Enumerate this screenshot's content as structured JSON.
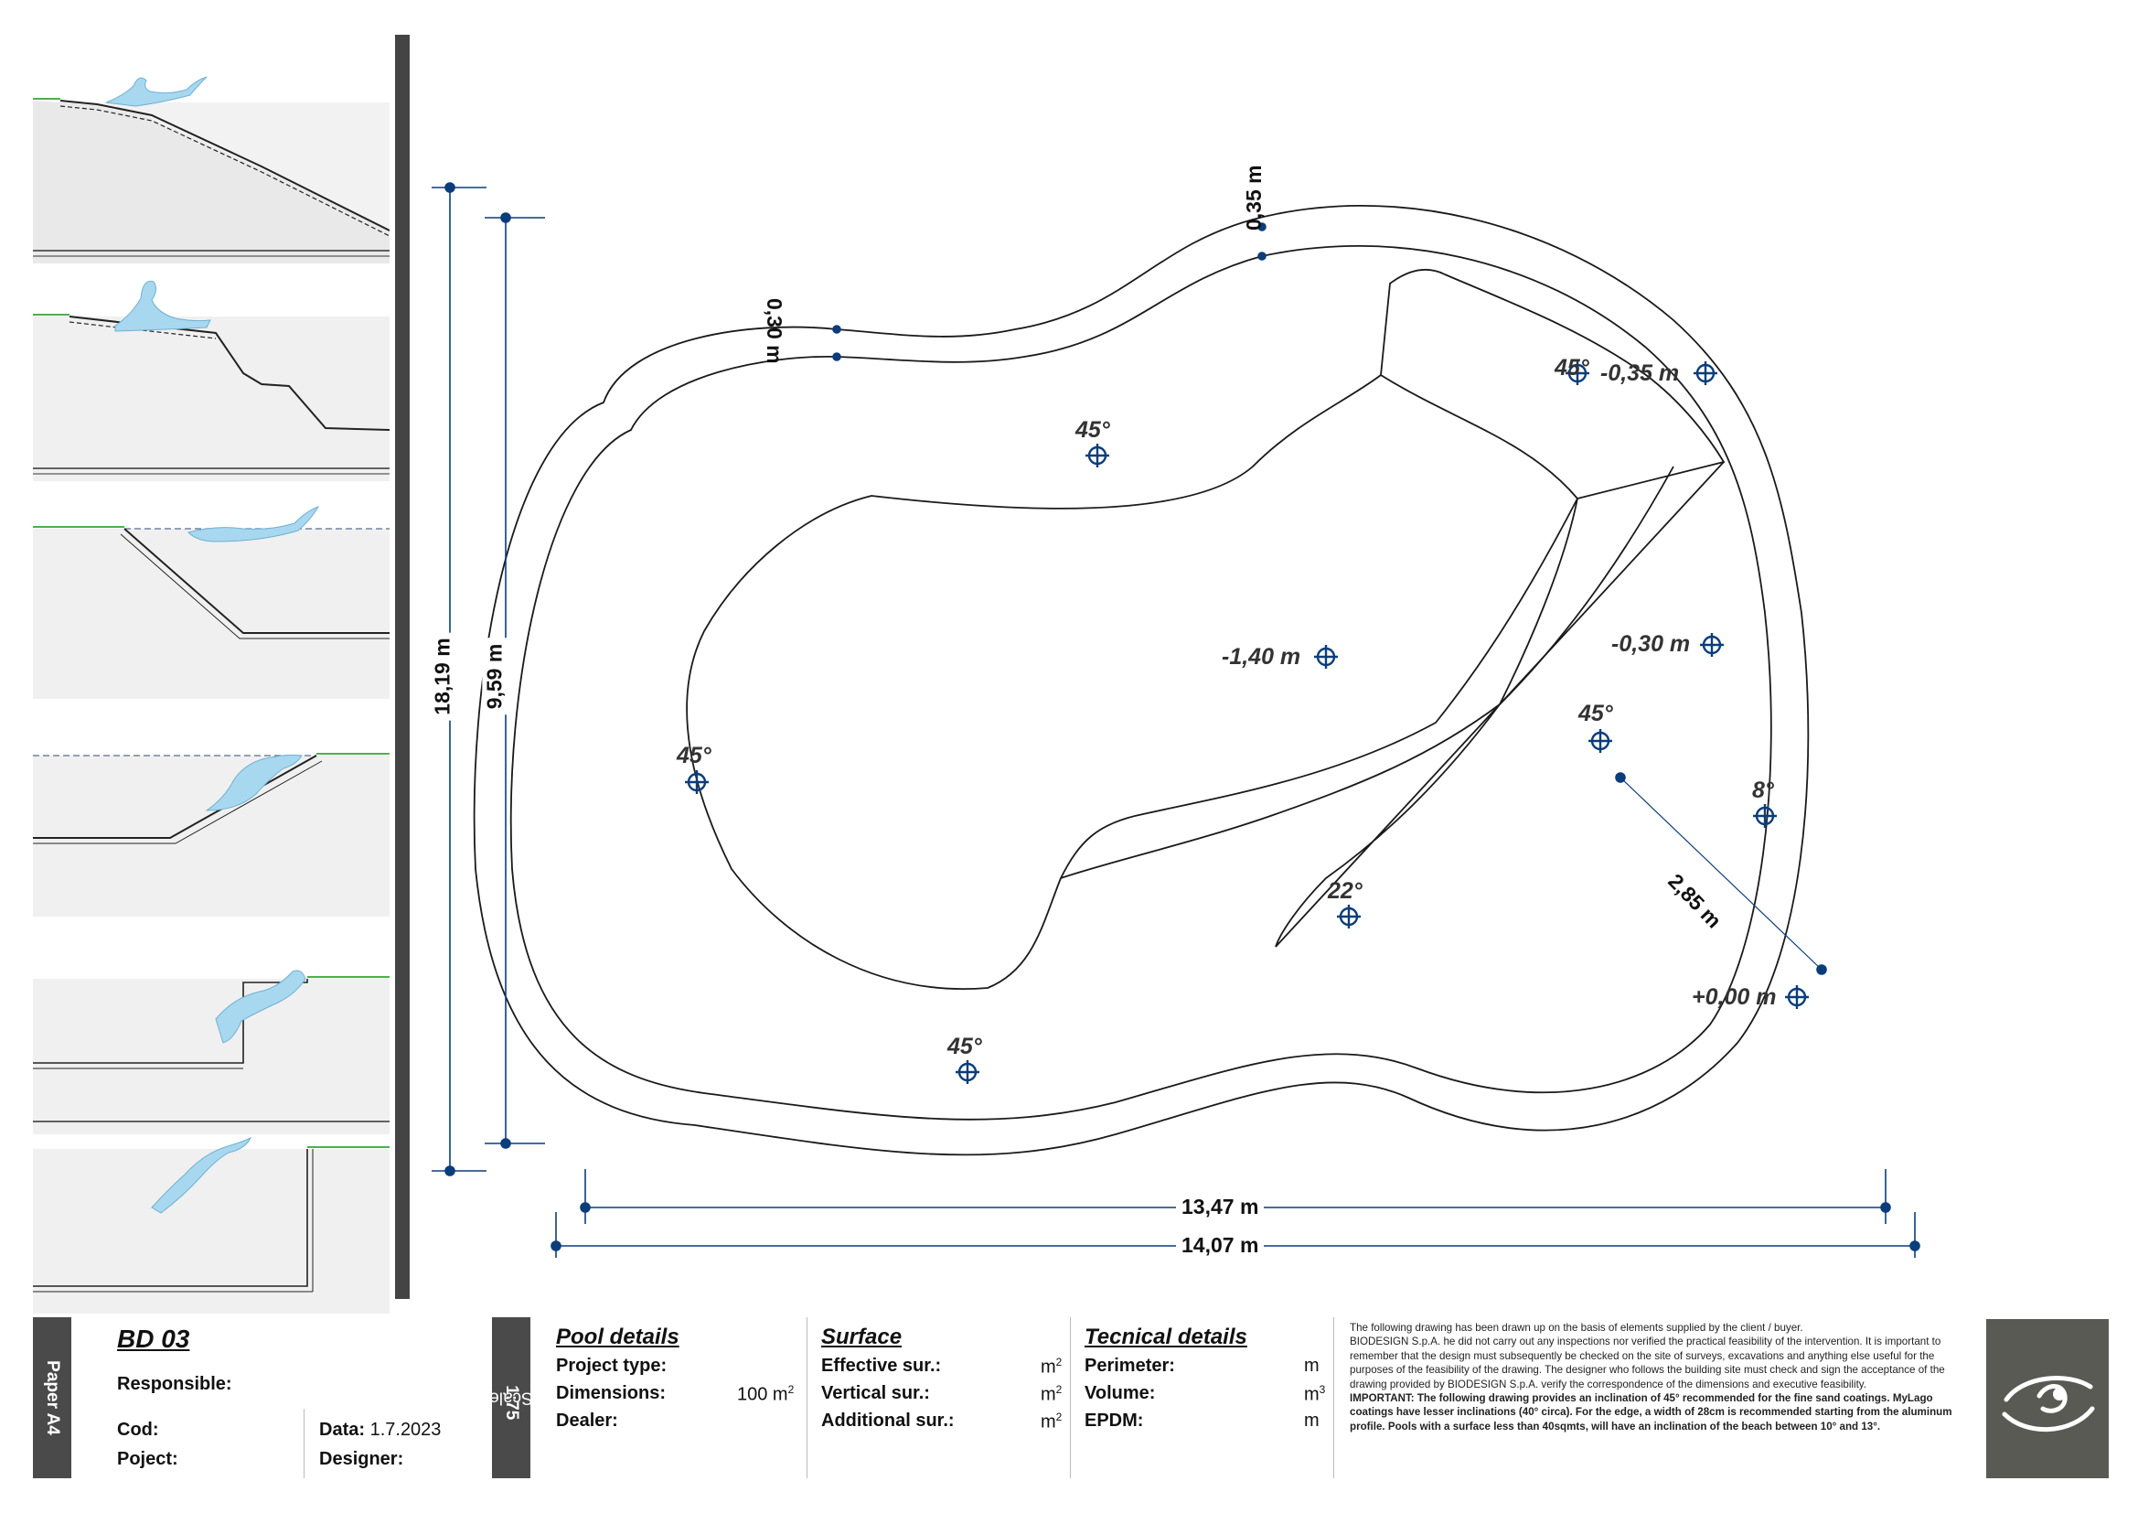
{
  "drawing": {
    "code": "BD 03",
    "dimensions": {
      "outer_height": "18,19 m",
      "inner_height": "9,59 m",
      "inner_width": "13,47 m",
      "outer_width": "14,07 m",
      "beach_width": "2,85 m",
      "edge_left": "0,30 m",
      "edge_top": "0,35 m"
    },
    "levels": {
      "deep": "-1,40 m",
      "shelf_top": "-0,35 m",
      "shelf_right": "-0,30 m",
      "beach": "+0,00 m"
    },
    "angles": {
      "a1": "45°",
      "a2": "45°",
      "a3": "45°",
      "a4": "45°",
      "a5": "45°",
      "a6": "22°",
      "a7": "8°"
    },
    "colors": {
      "accent": "#0b3d7a",
      "line": "#1a1a1a",
      "water": "#a8d8ef",
      "grass": "#4caf50"
    }
  },
  "title_block": {
    "paper": "Paper A4",
    "scale_label": "Scale",
    "scale_value": "1:75",
    "code": "BD 03",
    "responsible": "Responsible:",
    "cod": "Cod:",
    "poject": "Poject:",
    "data_label": "Data:",
    "data_value": "1.7.2023",
    "designer": "Designer:",
    "pool_details": {
      "title": "Pool details",
      "project_type": "Project type:",
      "dimensions": "Dimensions:",
      "dimensions_value": "100 m",
      "dealer": "Dealer:"
    },
    "surface": {
      "title": "Surface",
      "effective": "Effective sur.:",
      "vertical": "Vertical sur.:",
      "additional": "Additional sur.:",
      "unit": "m"
    },
    "tecnical": {
      "title": "Tecnical details",
      "perimeter": "Perimeter:",
      "volume": "Volume:",
      "epdm": "EPDM:",
      "unit": "m"
    },
    "notes_1": "The following drawing has been drawn up on the basis of elements supplied by the client / buyer.",
    "notes_2": "BIODESIGN S.p.A. he did not carry out any inspections nor verified the practical feasibility of the intervention. It is important to remember that the design must subsequently be checked on the site of surveys, excavations and anything else useful for the purposes of the feasibility of the drawing. The designer who follows the building site must check and sign the acceptance of the drawing provided by BIODESIGN S.p.A. verify the correspondence of the dimensions and executive feasibility.",
    "notes_3": "IMPORTANT: The following drawing provides an inclination of 45° recommended for the fine sand coatings. MyLago coatings have lesser inclinations (40° circa). For the edge, a width of 28cm is recommended starting from the aluminum profile. Pools with a surface less than 40sqmts, will have an inclination of the beach between 10° and 13°."
  }
}
